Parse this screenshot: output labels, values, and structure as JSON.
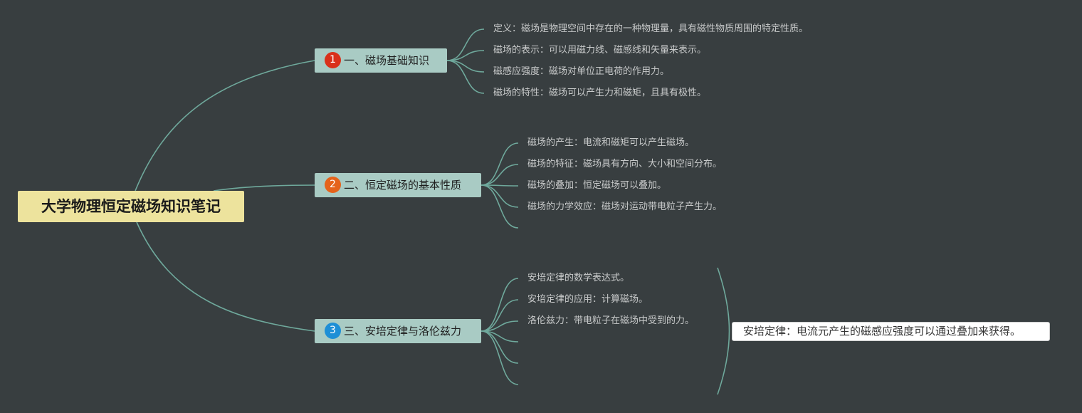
{
  "root": {
    "title": "大学物理恒定磁场知识笔记"
  },
  "branches": [
    {
      "number": "1",
      "label": "一、磁场基础知识",
      "badge_color": "#d9301a",
      "items": [
        "定义：磁场是物理空间中存在的一种物理量，具有磁性物质周围的特定性质。",
        "磁场的表示：可以用磁力线、磁感线和矢量来表示。",
        "磁感应强度：磁场对单位正电荷的作用力。",
        "磁场的特性：磁场可以产生力和磁矩，且具有极性。"
      ]
    },
    {
      "number": "2",
      "label": "二、恒定磁场的基本性质",
      "badge_color": "#e5631b",
      "items": [
        "磁场的产生：电流和磁矩可以产生磁场。",
        "磁场的特征：磁场具有方向、大小和空间分布。",
        "磁场的叠加：恒定磁场可以叠加。",
        "磁场的力学效应：磁场对运动带电粒子产生力。",
        ""
      ]
    },
    {
      "number": "3",
      "label": "三、安培定律与洛伦兹力",
      "badge_color": "#1e8fd6",
      "items": [
        "安培定律的数学表达式。",
        "安培定律的应用：计算磁场。",
        "洛伦兹力：带电粒子在磁场中受到的力。",
        "",
        "",
        ""
      ]
    }
  ],
  "summary": {
    "text": "安培定律：电流元产生的磁感应强度可以通过叠加来获得。"
  },
  "colors": {
    "background": "#383e40",
    "connector": "#6fa99c"
  }
}
